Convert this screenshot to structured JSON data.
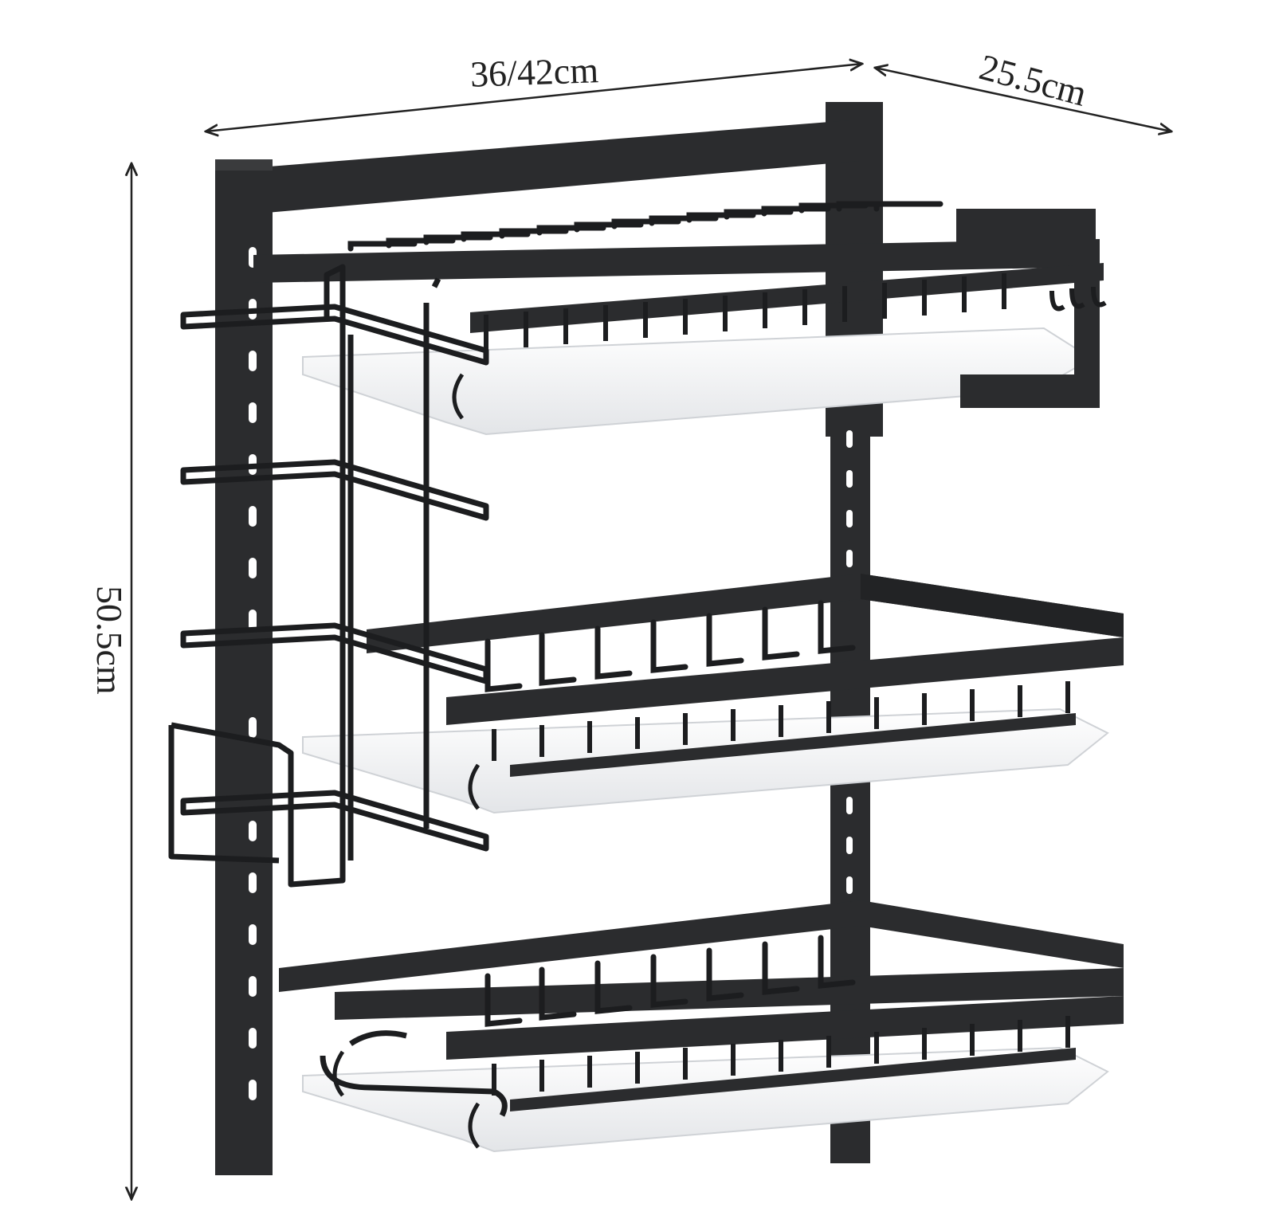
{
  "dimensions": {
    "width": "36/42cm",
    "depth": "25.5cm",
    "height": "50.5cm"
  },
  "colors": {
    "frame": "#2b2c2e",
    "frame_edge": "#1c1d1f",
    "tray": "#f4f5f6",
    "tray_shadow": "#d9dbde",
    "arrow": "#222222"
  },
  "product": {
    "shelf_tiers": 3,
    "icon": "dish-rack-icon"
  }
}
